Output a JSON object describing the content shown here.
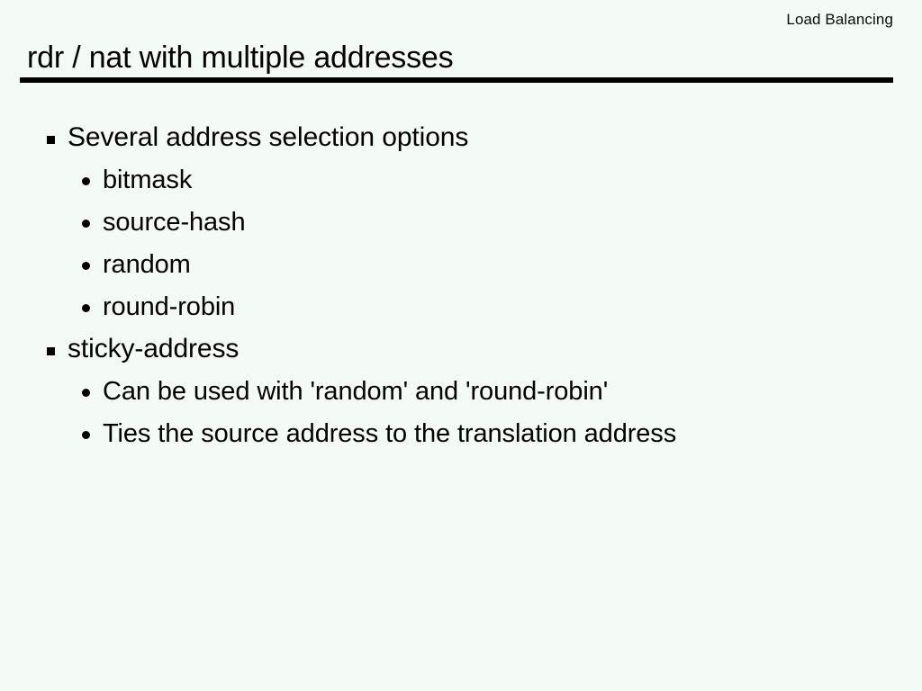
{
  "slide": {
    "header": "Load Balancing",
    "title": "rdr / nat with multiple addresses",
    "background_color": "#f4faf6",
    "text_color": "#000000",
    "rule_color": "#000000",
    "bullets": [
      {
        "level": 1,
        "marker": "square-bullet-icon",
        "text": "Several address selection options"
      },
      {
        "level": 2,
        "marker": "round-bullet-icon",
        "text": "bitmask"
      },
      {
        "level": 2,
        "marker": "round-bullet-icon",
        "text": "source-hash"
      },
      {
        "level": 2,
        "marker": "round-bullet-icon",
        "text": "random"
      },
      {
        "level": 2,
        "marker": "round-bullet-icon",
        "text": "round-robin"
      },
      {
        "level": 1,
        "marker": "square-bullet-icon",
        "text": "sticky-address"
      },
      {
        "level": 2,
        "marker": "round-bullet-icon",
        "text": "Can be used with 'random' and 'round-robin'"
      },
      {
        "level": 2,
        "marker": "round-bullet-icon",
        "text": "Ties the source address to the translation address"
      }
    ]
  }
}
